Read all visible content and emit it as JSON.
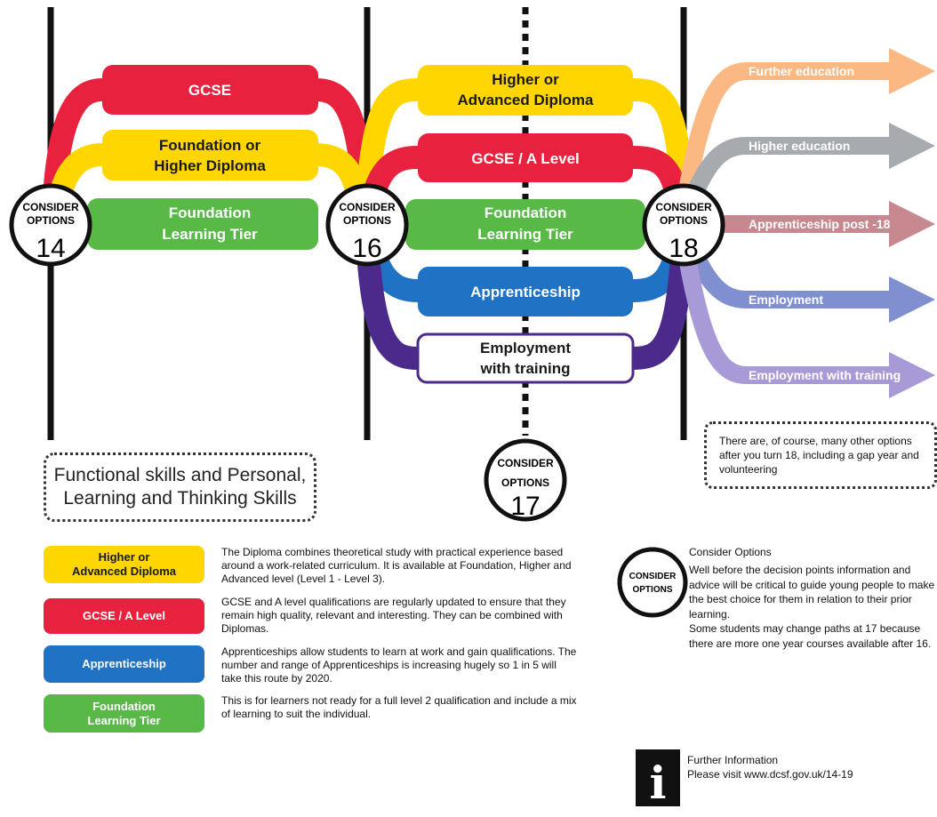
{
  "colors": {
    "yellow": "#ffd600",
    "red": "#e8213f",
    "green": "#58b947",
    "blue": "#1f72c4",
    "purple": "#4b2a8c",
    "orange": "#fbb883",
    "grey": "#a7abaf",
    "mauve": "#c78890",
    "periwinkle": "#7f8fcf",
    "lavender": "#a89ad6",
    "black": "#111111"
  },
  "decision_points": [
    {
      "label_line1": "CONSIDER",
      "label_line2": "OPTIONS",
      "age": "14"
    },
    {
      "label_line1": "CONSIDER",
      "label_line2": "OPTIONS",
      "age": "16"
    },
    {
      "label_line1": "CONSIDER",
      "label_line2": "OPTIONS",
      "age": "18"
    },
    {
      "label_line1": "CONSIDER",
      "label_line2": "OPTIONS",
      "age": "17"
    }
  ],
  "routes_14_16": [
    {
      "label_lines": [
        "GCSE"
      ],
      "color": "red"
    },
    {
      "label_lines": [
        "Foundation or",
        "Higher Diploma"
      ],
      "color": "yellow"
    },
    {
      "label_lines": [
        "Foundation",
        "Learning Tier"
      ],
      "color": "green"
    }
  ],
  "routes_16_18": [
    {
      "label_lines": [
        "Higher or",
        "Advanced Diploma"
      ],
      "color": "yellow"
    },
    {
      "label_lines": [
        "GCSE / A Level"
      ],
      "color": "red"
    },
    {
      "label_lines": [
        "Foundation",
        "Learning Tier"
      ],
      "color": "green"
    },
    {
      "label_lines": [
        "Apprenticeship"
      ],
      "color": "blue"
    },
    {
      "label_lines": [
        "Employment",
        "with training"
      ],
      "color": "purple"
    }
  ],
  "destinations_18": [
    {
      "label": "Further education",
      "color": "orange"
    },
    {
      "label": "Higher education",
      "color": "grey"
    },
    {
      "label": "Apprenticeship post -18",
      "color": "mauve"
    },
    {
      "label": "Employment",
      "color": "periwinkle"
    },
    {
      "label": "Employment with training",
      "color": "lavender"
    }
  ],
  "functional_skills": "Functional skills and Personal, Learning and Thinking Skills",
  "note_18": "There are, of course, many other options after you turn 18, including a gap year and volunteering",
  "key": [
    {
      "label_lines": [
        "Higher or",
        "Advanced Diploma"
      ],
      "color": "yellow",
      "text": "The Diploma combines theoretical study with practical experience based around a work-related curriculum. It is available at Foundation, Higher and Advanced level (Level 1 - Level 3)."
    },
    {
      "label_lines": [
        "GCSE / A Level"
      ],
      "color": "red",
      "text": "GCSE and A level qualifications are regularly updated to ensure that they remain high quality, relevant and interesting. They can be combined with Diplomas."
    },
    {
      "label_lines": [
        "Apprenticeship"
      ],
      "color": "blue",
      "text": "Apprenticeships allow students to learn at work and gain qualifications. The number and range of Apprenticeships is increasing hugely so 1 in 5 will take this route by 2020."
    },
    {
      "label_lines": [
        "Foundation",
        "Learning Tier"
      ],
      "color": "green",
      "text": "This is for learners not ready for a full level 2 qualification and include a mix of learning to suit the individual."
    }
  ],
  "consider_key": {
    "label_line1": "CONSIDER",
    "label_line2": "OPTIONS",
    "title": "Consider Options",
    "para1": "Well before the decision points information and advice will be critical to guide young people to make the best choice for them in relation to their prior learning.",
    "para2": "Some students may change paths at 17 because there are more one year courses available after 16."
  },
  "further_info": {
    "icon": "info-icon",
    "glyph": "i",
    "line1": "Further Information",
    "line2": "Please visit www.dcsf.gov.uk/14-19"
  }
}
